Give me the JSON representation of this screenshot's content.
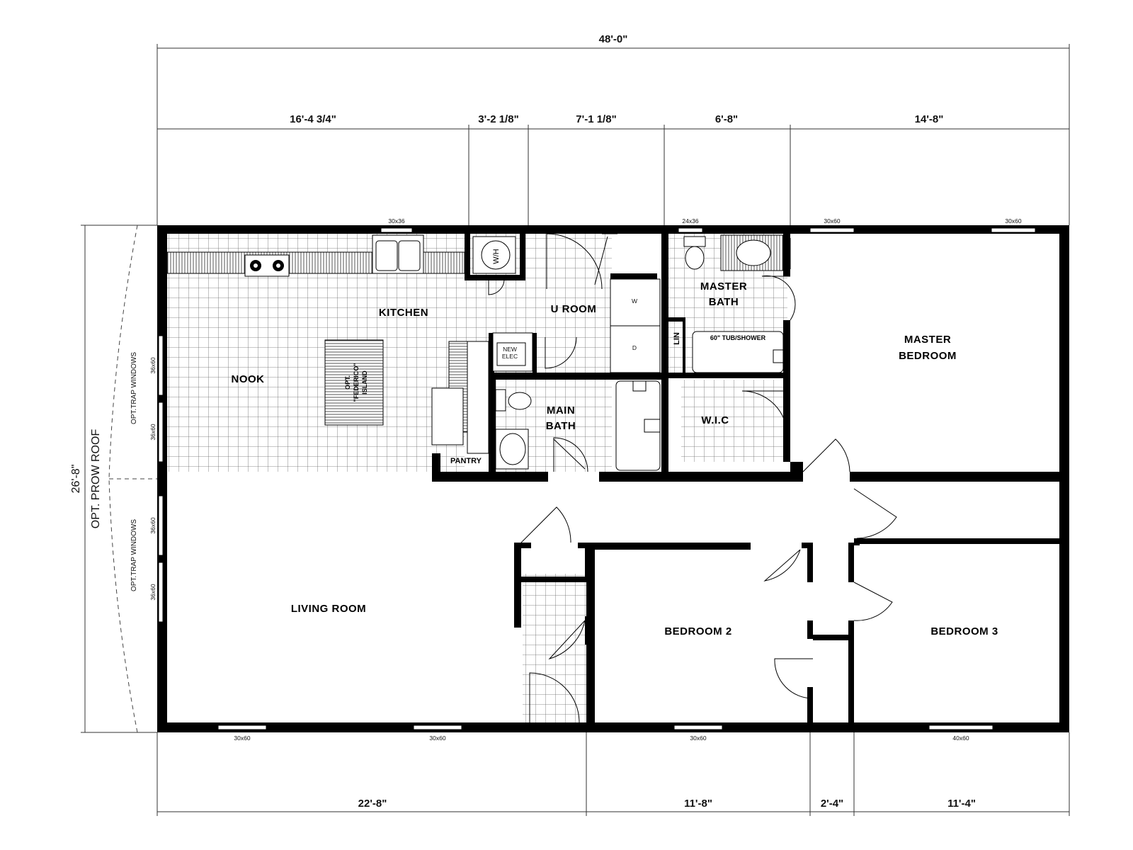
{
  "dimensions": {
    "overall_width": "48'-0\"",
    "top": [
      "16'-4 3/4\"",
      "3'-2 1/8\"",
      "7'-1 1/8\"",
      "6'-8\"",
      "14'-8\""
    ],
    "bottom": [
      "22'-8\"",
      "11'-8\"",
      "2'-4\"",
      "11'-4\""
    ],
    "depth": "26'-8\"",
    "prow_note": "OPT. PROW ROOF"
  },
  "rooms": {
    "kitchen": "KITCHEN",
    "nook": "NOOK",
    "uroom": "U ROOM",
    "master_bath_1": "MASTER",
    "master_bath_2": "BATH",
    "master_bedroom_1": "MASTER",
    "master_bedroom_2": "BEDROOM",
    "main_bath_1": "MAIN",
    "main_bath_2": "BATH",
    "wic": "W.I.C",
    "living": "LIVING ROOM",
    "bedroom2": "BEDROOM 2",
    "bedroom3": "BEDROOM 3",
    "pantry": "PANTRY",
    "lin": "LIN",
    "island_1": "OPT.",
    "island_2": "\"FEDERICO\"",
    "island_3": "ISLAND",
    "tub_shower": "60\" TUB/SHOWER",
    "wh": "W/H",
    "elec_1": "NEW",
    "elec_2": "ELEC",
    "washer": "W",
    "dryer": "D"
  },
  "windows": {
    "kitchen": "30x36",
    "master_bath": "24x36",
    "master_bed_1": "30x60",
    "master_bed_2": "30x60",
    "nook_1": "36x60",
    "nook_2": "36x60",
    "living_left_1": "36x60",
    "living_left_2": "36x60",
    "living_bottom_1": "30x60",
    "living_bottom_2": "30x60",
    "bedroom2": "30x60",
    "bedroom3": "40x60"
  },
  "notes": {
    "trap_windows_1": "OPT.TRAP WINDOWS",
    "trap_windows_2": "OPT.TRAP WINDOWS"
  }
}
